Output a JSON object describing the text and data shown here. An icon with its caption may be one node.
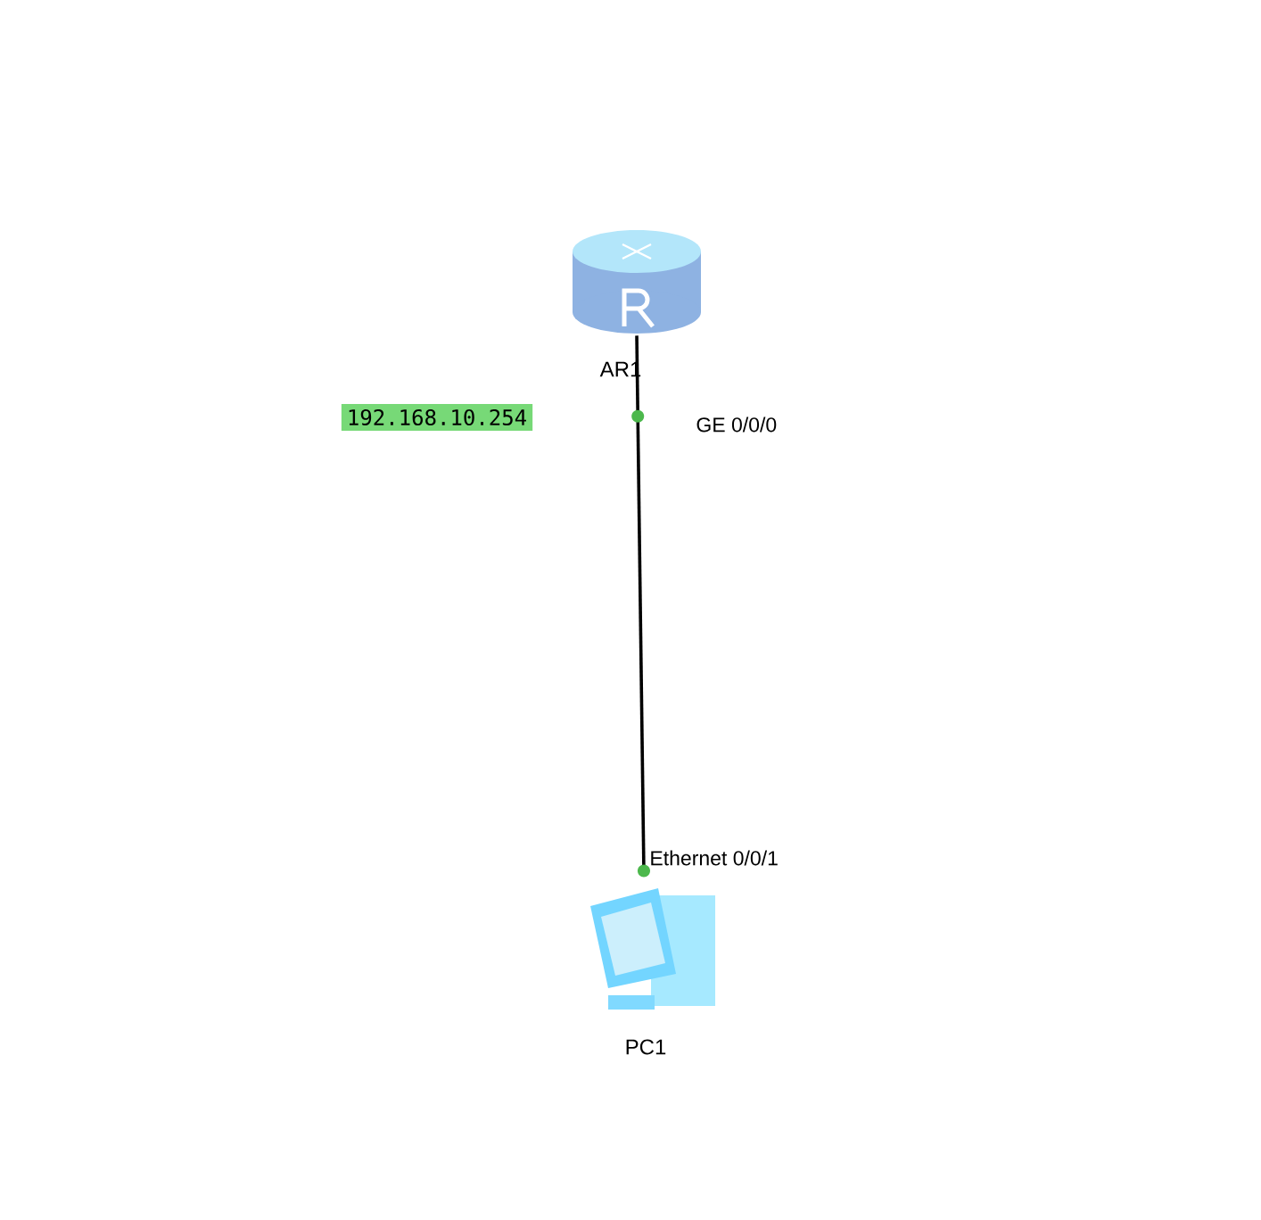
{
  "diagram": {
    "nodes": [
      {
        "text": [],
        "shape": "cylinder",
        "beside": [
          "AR1"
        ]
      },
      {
        "text": [],
        "shape": "picture",
        "beside": [
          "PC1"
        ]
      },
      {
        "text": [
          "192.168.10.254"
        ]
      }
    ],
    "edges": [
      {
        "from": 0,
        "to": 1,
        "arrow": "none"
      }
    ],
    "labels": [
      "GE 0/0/0",
      "Ethernet 0/0/1"
    ]
  }
}
